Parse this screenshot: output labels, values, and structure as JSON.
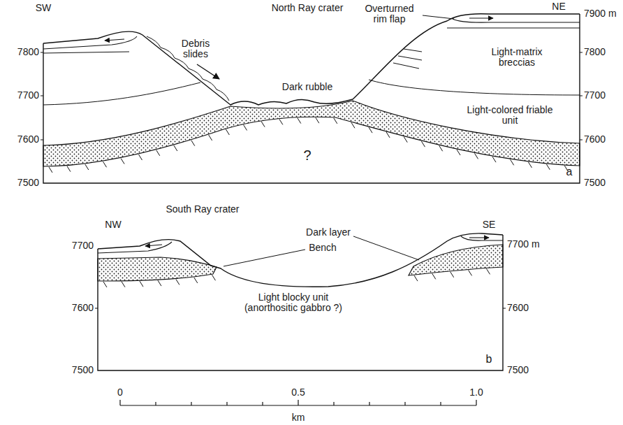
{
  "diagram": {
    "labels": [
      "SW",
      "North Ray crater",
      "Overturned rim flap",
      "NE",
      "7900 m",
      "Debris slides",
      "7800",
      "Light-matrix breccias",
      "7800",
      "Dark rubble",
      "7700",
      "7700",
      "Light-colored friable unit",
      "7600",
      "7600",
      "?",
      "7500",
      "7500",
      "a",
      "South Ray crater",
      "NW",
      "SE",
      "Dark layer",
      "7700 m",
      "7700",
      "Bench",
      "Light blocky unit (anorthositic gabbro ?)",
      "7600",
      "7600",
      "7500",
      "7500",
      "b",
      "0",
      "0.5",
      "1.0",
      "km"
    ]
  }
}
